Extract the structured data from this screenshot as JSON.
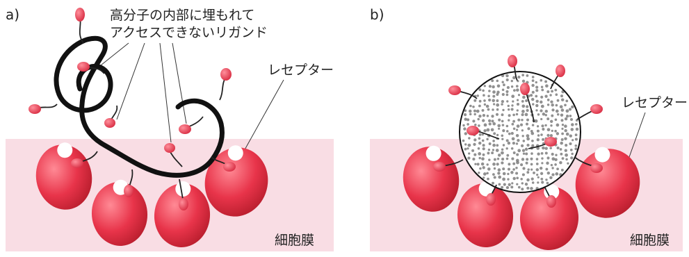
{
  "panel_a": {
    "label": "a)",
    "annotation_line1": "高分子の内部に埋もれて",
    "annotation_line2": "アクセスできないリガンド",
    "receptor_label": "レセプター",
    "membrane_label": "細胞膜"
  },
  "panel_b": {
    "label": "b)",
    "receptor_label": "レセプター",
    "membrane_label": "細胞膜"
  },
  "colors": {
    "membrane": "#f9dde4",
    "receptor": "#e8344a",
    "receptor_dark": "#c8202f",
    "ligand": "#e23a4e",
    "polymer": "#111111",
    "particle_dot": "#7d7d7d"
  }
}
